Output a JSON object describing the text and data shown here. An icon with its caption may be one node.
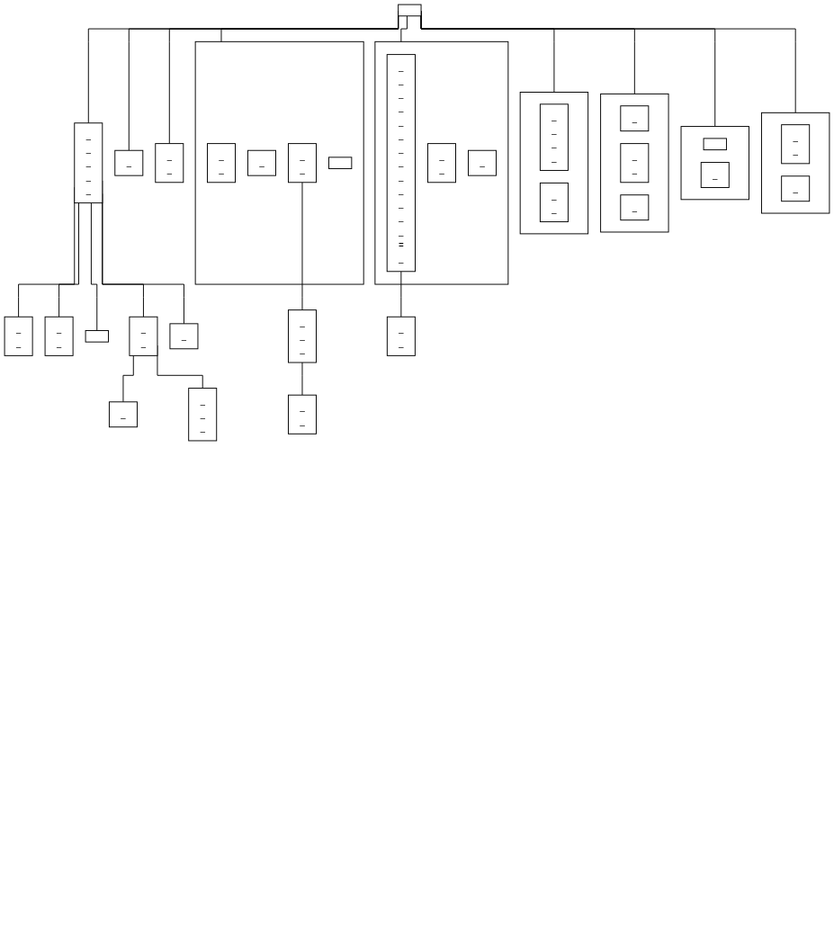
{
  "diagram": {
    "nodes": [
      {
        "text": [],
        "shape": "box"
      },
      {
        "text": [],
        "shape": "box"
      },
      {
        "text": [
          "_",
          "_"
        ],
        "in": 1
      },
      {
        "text": [
          "_"
        ],
        "in": 1
      },
      {
        "text": [
          "_",
          "_"
        ],
        "in": 1
      },
      {
        "text": [],
        "shape": "box",
        "in": 1
      },
      {
        "text": [],
        "shape": "box"
      },
      {
        "text": [
          "_",
          "_",
          "_",
          "_",
          "_",
          "_",
          "_",
          "_",
          "_",
          "_",
          "_",
          "_",
          "_",
          "=",
          "_"
        ],
        "in": 6
      },
      {
        "text": [
          "_",
          "_"
        ],
        "in": 6
      },
      {
        "text": [
          "_"
        ],
        "in": 6
      },
      {
        "text": [],
        "shape": "box"
      },
      {
        "text": [
          "_",
          "_",
          "_",
          "_"
        ],
        "in": 10
      },
      {
        "text": [
          "_",
          "_"
        ],
        "in": 10
      },
      {
        "text": [],
        "shape": "box"
      },
      {
        "text": [
          "_"
        ],
        "in": 13
      },
      {
        "text": [
          "_",
          "_"
        ],
        "in": 13
      },
      {
        "text": [
          "_"
        ],
        "in": 13
      },
      {
        "text": [],
        "shape": "box"
      },
      {
        "text": [],
        "shape": "box",
        "in": 17
      },
      {
        "text": [
          "_"
        ],
        "in": 17
      },
      {
        "text": [
          "_",
          "_",
          "_",
          "_",
          "_"
        ]
      },
      {
        "text": [],
        "shape": "box"
      },
      {
        "text": [
          "_",
          "_"
        ],
        "in": 21
      },
      {
        "text": [
          "_"
        ],
        "in": 21
      },
      {
        "text": [
          "_"
        ]
      },
      {
        "text": [
          "_",
          "_"
        ]
      },
      {
        "text": [
          "_",
          "_"
        ]
      },
      {
        "text": [
          "_",
          "_",
          "_"
        ]
      },
      {
        "text": [
          "_",
          "_"
        ]
      },
      {
        "text": [
          "_",
          "_"
        ]
      },
      {
        "text": [
          "_",
          "_"
        ]
      },
      {
        "text": [],
        "shape": "box"
      },
      {
        "text": [
          "_",
          "_"
        ]
      },
      {
        "text": [
          "_"
        ]
      },
      {
        "text": [
          "_",
          "_",
          "_"
        ]
      },
      {
        "text": [
          "_"
        ]
      }
    ],
    "edges": [
      {
        "from": 0,
        "to": 1,
        "arrow": "none"
      },
      {
        "from": 0,
        "to": 6,
        "arrow": "none"
      },
      {
        "from": 0,
        "to": 10,
        "arrow": "none"
      },
      {
        "from": 0,
        "to": 13,
        "arrow": "none"
      },
      {
        "from": 0,
        "to": 17,
        "arrow": "none"
      },
      {
        "from": 0,
        "to": 20,
        "arrow": "none"
      },
      {
        "from": 0,
        "to": 21,
        "arrow": "none"
      },
      {
        "from": 0,
        "to": 24,
        "arrow": "none"
      },
      {
        "from": 0,
        "to": 25,
        "arrow": "none"
      },
      {
        "from": 7,
        "to": 26,
        "arrow": "none"
      },
      {
        "from": 4,
        "to": 27,
        "arrow": "none"
      },
      {
        "from": 27,
        "to": 28,
        "arrow": "none"
      },
      {
        "from": 20,
        "to": 29,
        "arrow": "none"
      },
      {
        "from": 20,
        "to": 30,
        "arrow": "none"
      },
      {
        "from": 20,
        "to": 31,
        "arrow": "none"
      },
      {
        "from": 20,
        "to": 32,
        "arrow": "none"
      },
      {
        "from": 20,
        "to": 33,
        "arrow": "none"
      },
      {
        "from": 32,
        "to": 35,
        "arrow": "none"
      },
      {
        "from": 32,
        "to": 34,
        "arrow": "none"
      }
    ]
  }
}
